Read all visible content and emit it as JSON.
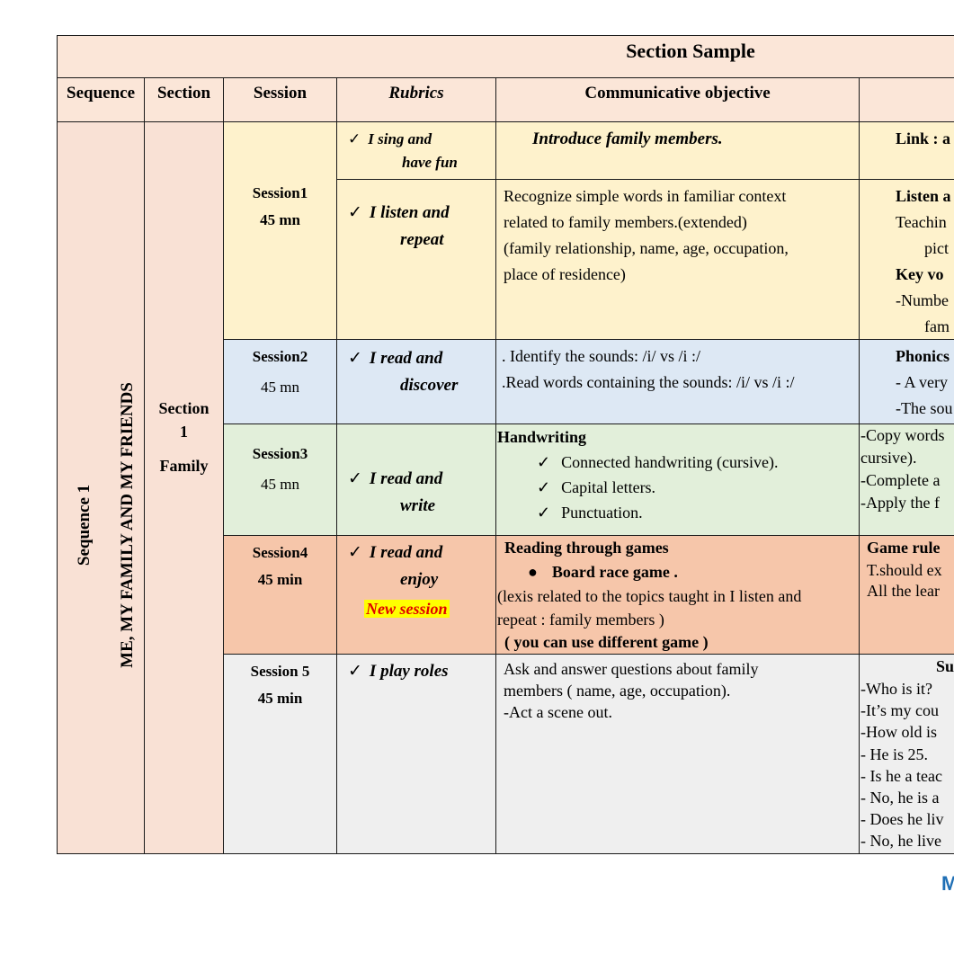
{
  "table": {
    "title": "Section Sample",
    "headers": {
      "sequence": "Sequence",
      "section": "Section",
      "session": "Session",
      "rubrics": "Rubrics",
      "objective": "Communicative objective"
    },
    "sequence_label": "Sequence 1",
    "theme_label": "ME, MY FAMILY AND MY FRIENDS",
    "section_label": [
      "Section",
      "1",
      "Family"
    ],
    "sessions": [
      {
        "name": "Session1",
        "duration": "45 mn",
        "rubric_a": [
          "I sing and",
          "have fun"
        ],
        "objective_a": "Introduce family members.",
        "right_a": [
          "Link : a"
        ],
        "rubric_b": [
          "I listen and",
          "repeat"
        ],
        "objective_b": [
          "Recognize simple words in familiar context",
          "related to family members.(extended)",
          "(family relationship, name, age, occupation,",
          "place of residence)"
        ],
        "right_b": [
          "Listen a",
          "Teachin",
          "pict",
          "Key vo",
          "-Numbe",
          "fam"
        ]
      },
      {
        "name": "Session2",
        "duration": "45 mn",
        "rubric": [
          "I read and",
          "discover"
        ],
        "objective": [
          ". Identify the sounds: /i/ vs /i :/",
          ".Read words containing the sounds: /i/ vs /i :/"
        ],
        "right": [
          "Phonics",
          "- A very",
          "-The sou"
        ]
      },
      {
        "name": "Session3",
        "duration": "45 mn",
        "rubric": [
          "I read and",
          "write"
        ],
        "objective_title": "Handwriting",
        "objective_items": [
          "Connected handwriting (cursive).",
          "Capital letters.",
          "Punctuation."
        ],
        "right": [
          "-Copy words",
          "cursive).",
          "-Complete a",
          "-Apply the f"
        ]
      },
      {
        "name": "Session4",
        "duration": "45 min",
        "rubric": [
          "I read and",
          "enjoy"
        ],
        "badge": "New session",
        "objective_title": "Reading through games",
        "objective_bullet": "Board race game .",
        "objective_lines": [
          "(lexis related to the topics taught in I listen and",
          "repeat : family members )"
        ],
        "objective_note": "( you can use different game )",
        "right": [
          "Game rule",
          "T.should ex",
          "All the lear"
        ]
      },
      {
        "name": "Session 5",
        "duration": "45 min",
        "rubric": [
          "I play roles"
        ],
        "objective": [
          "Ask and answer questions about family",
          "members ( name, age, occupation).",
          "-Act a scene out."
        ],
        "right": [
          "Su",
          "-Who is it?",
          "-It’s my cou",
          "-How old is",
          "- He is 25.",
          "- Is he a teac",
          "- No, he is a",
          "- Does he liv",
          "- No, he live"
        ]
      }
    ]
  },
  "footer": {
    "mark": "M"
  },
  "colors": {
    "header_bg": "#fbe6d8",
    "session1": "#fef2cc",
    "session2": "#dde8f4",
    "session3": "#e2efda",
    "session4": "#f6c6aa",
    "session5": "#efefef",
    "new_session_bg": "#ffff00",
    "new_session_text": "#e00000",
    "footer_mark": "#1f6fb5"
  },
  "icons": {
    "check": "check-mark-icon",
    "bullet": "bullet-icon"
  }
}
